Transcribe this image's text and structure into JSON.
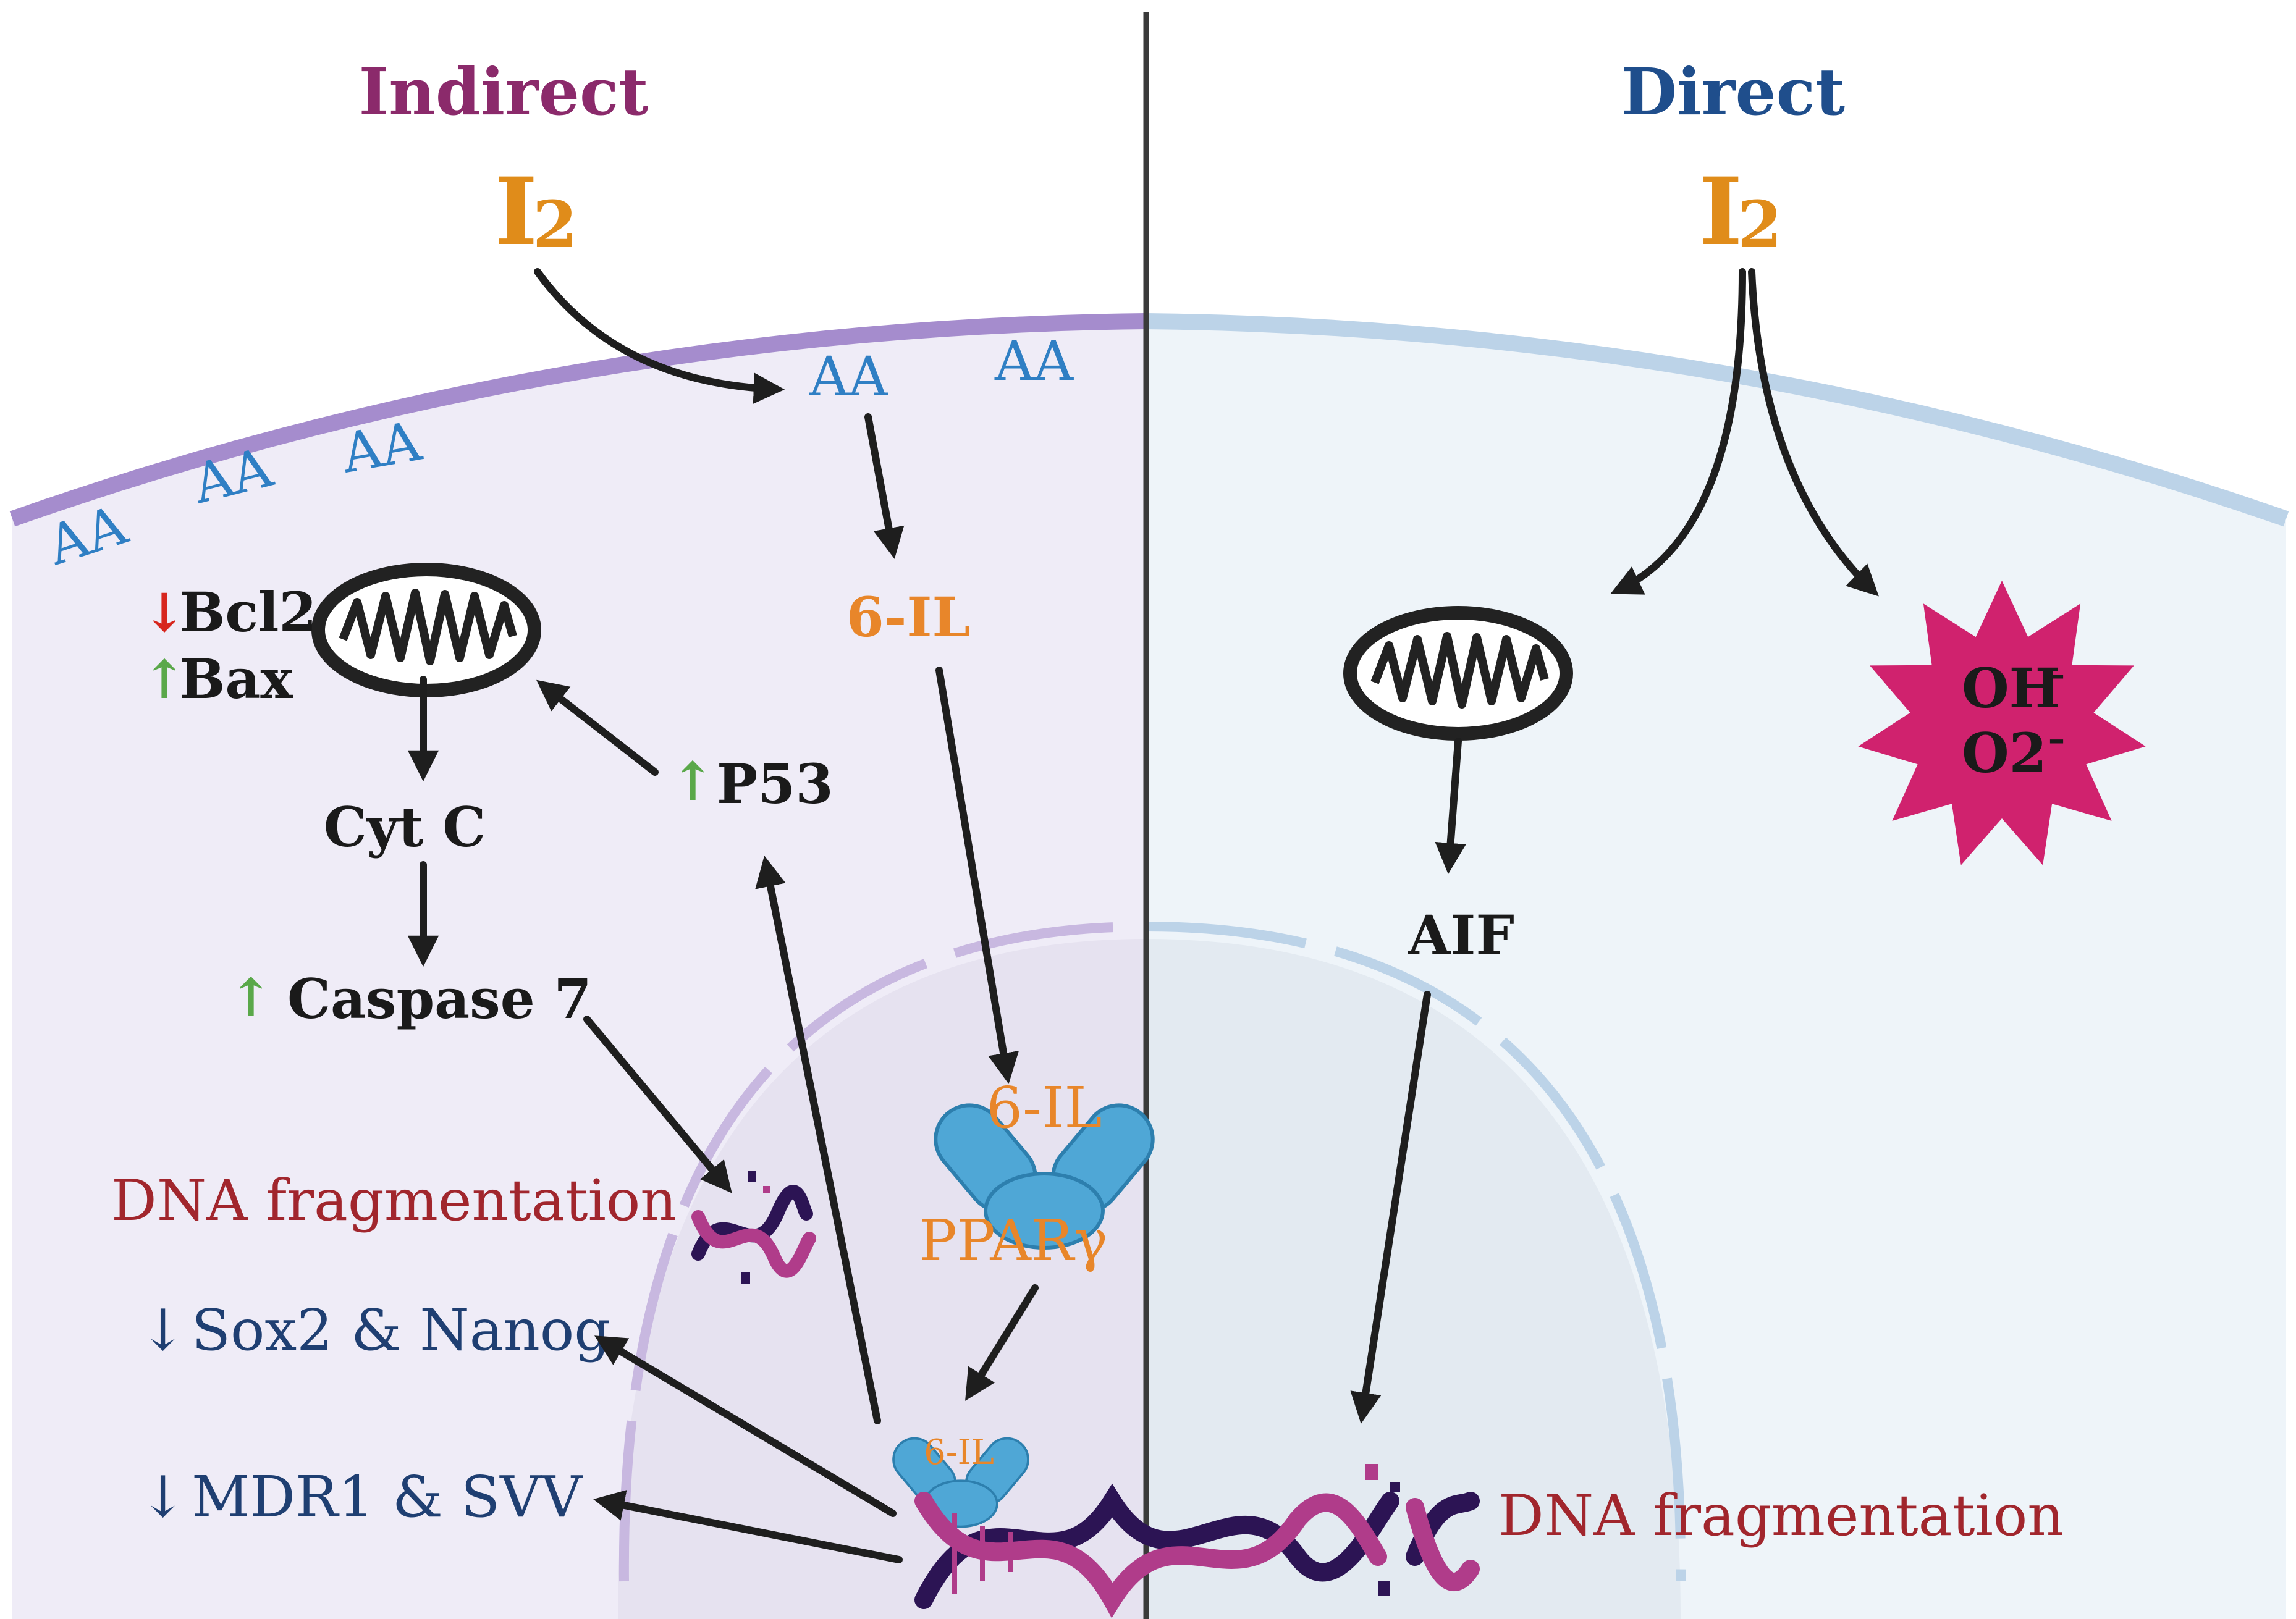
{
  "panels": {
    "indirect": {
      "heading": "Indirect",
      "iodine": "I",
      "iodine_subscript": "2",
      "aa_labels": [
        "AA",
        "AA",
        "AA",
        "AA",
        "AA"
      ],
      "bcl2": "Bcl2",
      "bax": "Bax",
      "cyt_c": "Cyt C",
      "caspase": "Caspase 7",
      "p53": "P53",
      "six_il": "6-IL",
      "receptor_ligand": "6-IL",
      "ppar": "PPARγ",
      "bound_ligand": "6-IL",
      "dna_fragmentation": "DNA fragmentation",
      "sox2_nanog": "Sox2 & Nanog",
      "mdr1_svv": "MDR1 & SVV"
    },
    "direct": {
      "heading": "Direct",
      "iodine": "I",
      "iodine_subscript": "2",
      "hydroxyl": "OH",
      "superoxide": "O2",
      "ion_charge": "–",
      "aif": "AIF",
      "dna_fragmentation": "DNA fragmentation"
    }
  },
  "glyphs": {
    "up": "↑",
    "down": "↓"
  },
  "colors": {
    "indirect_heading": "#8b2a6b",
    "direct_heading": "#1f4e8c",
    "iodine": "#e08c1a",
    "aa": "#2f7fc4",
    "six_il": "#e8862a",
    "dna_fragmentation": "#a1262d",
    "downregulated_text": "#1f3f72",
    "up_arrow": "#5aa84a",
    "down_arrow": "#d7261e",
    "ros_burst": "#d0226e",
    "receptor": "#4fa7d6",
    "dna_strand_a": "#2c1454",
    "dna_strand_b": "#b03c8a",
    "left_cell": "#efecf7",
    "right_cell": "#eef4f9",
    "left_membrane": "#a58ccd",
    "right_membrane": "#bcd3e8"
  },
  "icons": {
    "mitochondrion": "mitochondrion-icon",
    "ros": "ros-burst-icon",
    "receptor": "ppar-receptor-icon",
    "dna": "dna-helix-icon",
    "fragmented_dna": "fragmented-dna-icon"
  }
}
